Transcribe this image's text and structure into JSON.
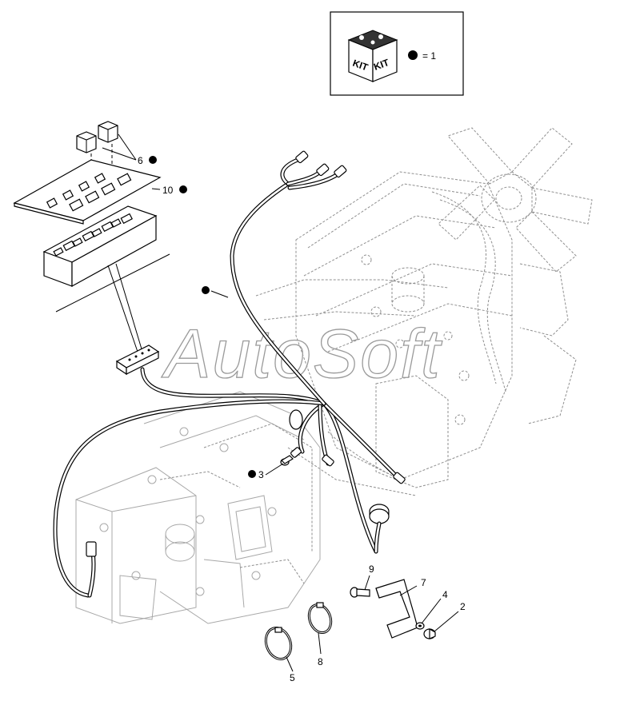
{
  "legend": {
    "kit_text_left": "KIT",
    "kit_text_right": "KIT",
    "equals_text": "= 1"
  },
  "watermark": "AutoSoft",
  "callouts": {
    "c2": "2",
    "c3": "3",
    "c4": "4",
    "c5": "5",
    "c6": "6",
    "c7": "7",
    "c8": "8",
    "c9": "9",
    "c10": "10"
  },
  "colors": {
    "line": "#000000",
    "ghost": "#8f8f8f",
    "background": "#ffffff"
  },
  "icons": [
    "kit-box-icon",
    "bullet-dot-icon"
  ]
}
